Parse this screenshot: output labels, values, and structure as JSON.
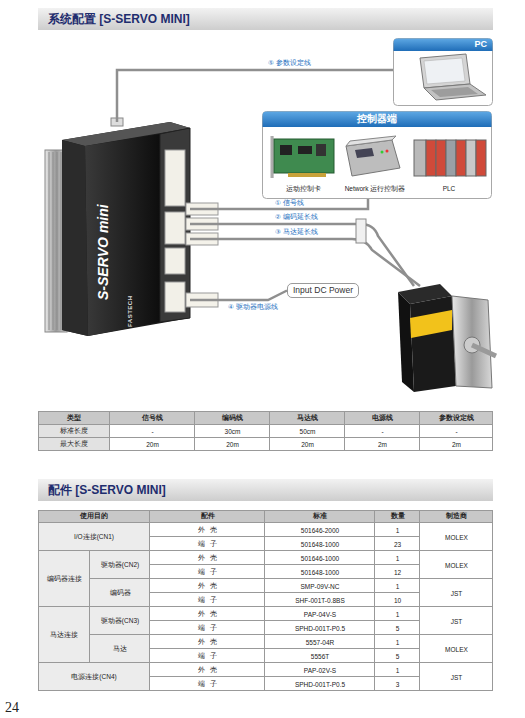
{
  "diagram": {
    "title": "系统配置 [S-SERVO MINI]",
    "nodes": [
      {
        "text": [
          "PC"
        ]
      },
      {
        "text": [
          "控制器端"
        ]
      },
      {
        "text": [
          "运动控制卡"
        ],
        "in": 1
      },
      {
        "text": [
          "Network 运行控制器"
        ],
        "in": 1
      },
      {
        "text": [
          "PLC"
        ],
        "in": 1
      },
      {
        "text": [
          "S-SERVO mini",
          "FASTECH"
        ]
      },
      {
        "text": [
          "Input DC Power"
        ]
      }
    ],
    "edges": [
      {
        "from": 5,
        "to": 0,
        "label": "⑤ 参数设定线",
        "arrow": "none"
      },
      {
        "from": 5,
        "to": 1,
        "label": "① 信号线",
        "arrow": "none"
      },
      {
        "from": 5,
        "to": 6,
        "label": "④ 驱动器电源线",
        "arrow": "none"
      }
    ],
    "labels": [
      "② 编码延长线",
      "③ 马达延长线",
      "类型",
      "信号线",
      "编码线",
      "马达线",
      "电源线",
      "参数设定线",
      "标准长度",
      "-",
      "30cm",
      "50cm",
      "-",
      "-",
      "最大长度",
      "20m",
      "20m",
      "20m",
      "2m",
      "2m",
      "配件 [S-SERVO MINI]",
      "使用目的",
      "配件",
      "标准",
      "数量",
      "制造商",
      "I/O连接(CN1)",
      "外壳",
      "501646-2000",
      "1",
      "MOLEX",
      "端子",
      "501648-1000",
      "23",
      "编码器连接",
      "驱动器(CN2)",
      "外壳",
      "501646-1000",
      "1",
      "MOLEX",
      "端子",
      "501648-1000",
      "12",
      "编码器",
      "外壳",
      "SMP-09V-NC",
      "1",
      "JST",
      "端子",
      "SHF-001T-0.8BS",
      "10",
      "马达连接",
      "驱动器(CN3)",
      "外壳",
      "PAP-04V-S",
      "1",
      "JST",
      "端子",
      "SPHD-001T-P0.5",
      "5",
      "马达",
      "外壳",
      "5557-04R",
      "1",
      "MOLEX",
      "端子",
      "5556T",
      "5",
      "电源连接(CN4)",
      "外壳",
      "PAP-02V-S",
      "1",
      "JST",
      "端子",
      "SPHD-001T-P0.5",
      "3",
      "24"
    ]
  }
}
